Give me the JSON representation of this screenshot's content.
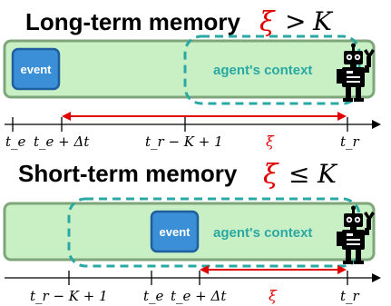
{
  "top_panel": {
    "title": "Long-term memory",
    "relation": {
      "xi": "ξ",
      "op": ">",
      "k": "K"
    },
    "event_label": "event",
    "context_label": "agent's context",
    "ticks": [
      "t_e",
      "t_e + Δt",
      "t_r − K + 1",
      "t_r"
    ],
    "span_label": "ξ"
  },
  "bottom_panel": {
    "title": "Short-term memory",
    "relation": {
      "xi": "ξ",
      "op": "≤",
      "k": "K"
    },
    "event_label": "event",
    "context_label": "agent's context",
    "ticks": [
      "t_r − K + 1",
      "t_e",
      "t_e + Δt",
      "t_r"
    ],
    "span_label": "ξ"
  },
  "colors": {
    "memory_bar_fill": "#c8f0c4",
    "memory_bar_stroke": "#7ea67a",
    "event_fill": "#3a8fd6",
    "event_stroke": "#1f5f9e",
    "context_dash": "#2aa8a3",
    "span_arrow": "#e00000",
    "axis": "#000000"
  },
  "icons": [
    "robot-icon"
  ]
}
